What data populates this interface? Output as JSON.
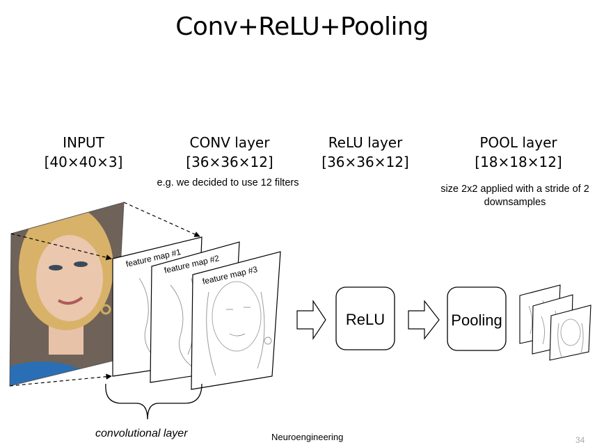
{
  "title": "Conv+ReLU+Pooling",
  "columns": [
    {
      "name": "INPUT",
      "dims": "[40×40×3]"
    },
    {
      "name": "CONV layer",
      "dims": "[36×36×12]"
    },
    {
      "name": "ReLU layer",
      "dims": "[36×36×12]"
    },
    {
      "name": "POOL layer",
      "dims": "[18×18×12]"
    }
  ],
  "conv_note": "e.g. we decided to use 12 filters",
  "pool_note_line1": "size 2x2 applied with a stride of 2",
  "pool_note_line2": "downsamples",
  "feature_maps": [
    "feature map #1",
    "feature map #2",
    "feature map #3"
  ],
  "relu_box": "ReLU",
  "pool_box": "Pooling",
  "brace_caption": "convolutional layer",
  "footer": "Neuroengineering",
  "page_number": "34",
  "colors": {
    "skin": "#e8c2a8",
    "hair": "#d8b268",
    "dress": "#2a6fb5",
    "sketch": "#9a9a9a"
  }
}
